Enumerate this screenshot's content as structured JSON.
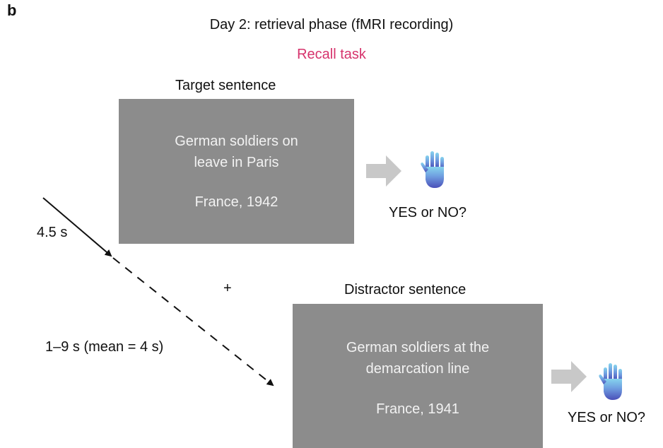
{
  "panel_letter": "b",
  "title": "Day 2: retrieval phase (fMRI recording)",
  "task_label": "Recall task",
  "task_color": "#d6336c",
  "target": {
    "heading": "Target sentence",
    "sentence_line1": "German soldiers on",
    "sentence_line2": "leave in Paris",
    "place": "France, 1942",
    "response": "YES or NO?"
  },
  "distractor": {
    "heading": "Distractor sentence",
    "sentence_line1": "German soldiers at the",
    "sentence_line2": "demarcation line",
    "place": "France, 1941",
    "response": "YES or NO?"
  },
  "fixation": "+",
  "timing": {
    "stimulus": "4.5 s",
    "iti": "1–9 s (mean = 4 s)"
  },
  "colors": {
    "box": "#8c8c8c",
    "box_text": "#f2f2f2",
    "arrow_gray": "#c8c8c8",
    "hand": "#4a63c0"
  },
  "icons": [
    "right-arrow-icon",
    "raised-hand-icon"
  ]
}
